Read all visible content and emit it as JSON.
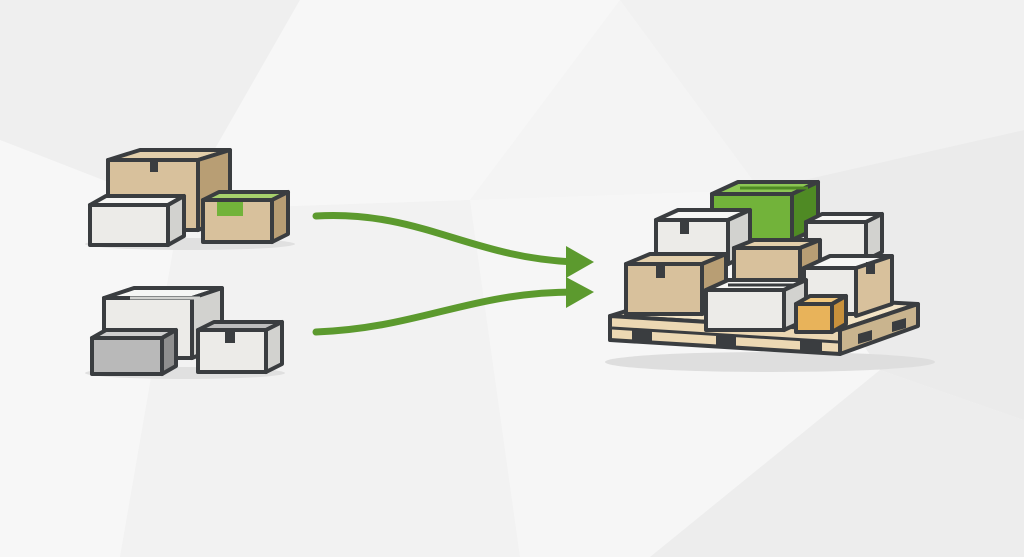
{
  "colors": {
    "background": "#f4f4f4",
    "outline": "#3a3d40",
    "kraft": "#d8c19c",
    "kraft_dark": "#b89e74",
    "white_box": "#ecebe8",
    "white_box_side": "#d2d2cf",
    "gray_box": "#b9b9b9",
    "gray_box_side": "#8f8f8f",
    "green_box": "#72b33a",
    "green_box_dark": "#4f8a24",
    "orange_box": "#e8b35a",
    "pallet_wood": "#ecd8b3",
    "pallet_shadow": "#c9b48e",
    "arrow": "#5c9a2e"
  },
  "groups": [
    {
      "id": "source-group-top",
      "boxes": [
        "kraft-large",
        "white-front",
        "kraft-green-label"
      ]
    },
    {
      "id": "source-group-bottom",
      "boxes": [
        "white-large",
        "gray-front",
        "white-gray-label"
      ]
    },
    {
      "id": "pallet-group",
      "boxes": [
        "green-top",
        "white-left",
        "white-right",
        "kraft-center",
        "kraft-left",
        "white-side",
        "white-front",
        "orange-small"
      ]
    }
  ],
  "icons": [
    "merge-arrow-icon",
    "merge-arrow-icon",
    "pallet-icon"
  ]
}
